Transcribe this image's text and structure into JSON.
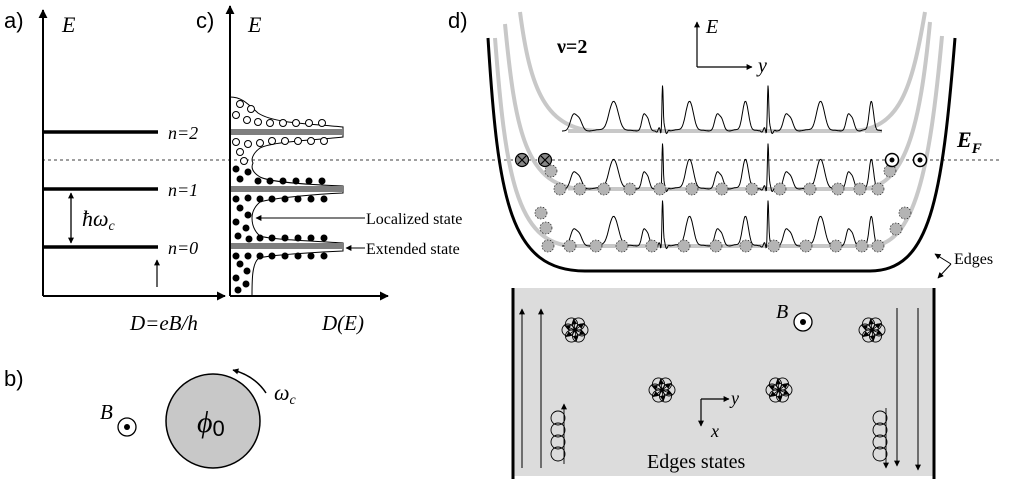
{
  "panels": {
    "a": {
      "label": "a)",
      "axis_y": "E",
      "levels": [
        "n=2",
        "n=1",
        "n=0"
      ],
      "gap_label_main": "ħω",
      "gap_label_sub": "c",
      "degeneracy": "D=eB/h"
    },
    "b": {
      "label": "b)",
      "field": "B",
      "flux_main": "ϕ",
      "flux_sub": "0",
      "freq_main": "ω",
      "freq_sub": "c"
    },
    "c": {
      "label": "c)",
      "axis_y": "E",
      "axis_x": "D(E)",
      "localized": "Localized state",
      "extended": "Extended state"
    },
    "d": {
      "label": "d)",
      "filling": "ν=2",
      "axis_e": "E",
      "axis_y": "y",
      "fermi_main": "E",
      "fermi_sub": "F",
      "edges": "Edges",
      "field": "B",
      "axis_y2": "y",
      "axis_x2": "x",
      "edge_states": "Edges states"
    }
  },
  "colors": {
    "ink": "#000000",
    "level_gray": "#7f7f7f",
    "landau_gray": "#c8c8c8",
    "sample_fill": "#dcdcdc",
    "dot_gray": "#b4b4b4",
    "disk_gray": "#c8c8c8"
  }
}
